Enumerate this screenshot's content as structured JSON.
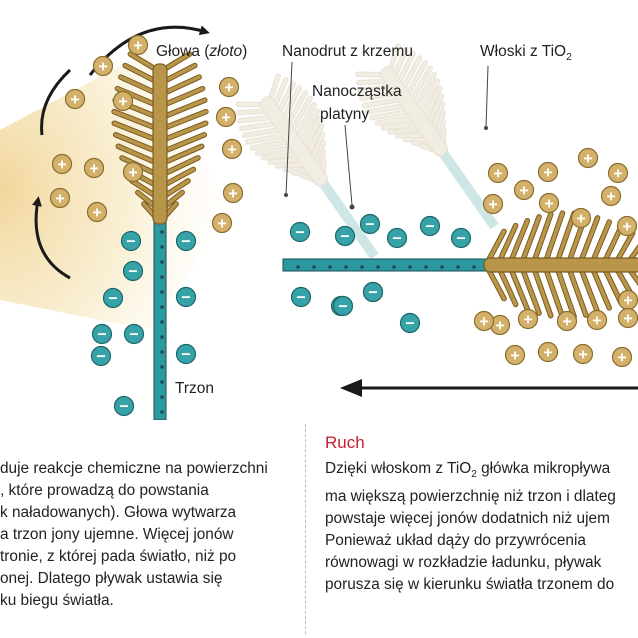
{
  "labels": {
    "head_main": "Głowa (",
    "head_ital": "złoto",
    "head_close": ")",
    "nanowire": "Nanodrut z krzemu",
    "hairs_main": "Włoski z TiO",
    "hairs_sub": "2",
    "nanoparticle_line1": "Nanocząstka",
    "nanoparticle_line2": "platyny",
    "trunk": "Trzon"
  },
  "left_text": {
    "lines": [
      "duje reakcje chemiczne na powierzchni",
      ", które prowadzą do powstania",
      "k naładowanych). Głowa wytwarza",
      "a trzon jony ujemne. Więcej jonów",
      "tronie, z której pada światło, niż po",
      "onej. Dlatego pływak ustawia się",
      "ku biegu światła."
    ]
  },
  "right_text": {
    "heading": "Ruch",
    "line1_a": "Dzięki włoskom z TiO",
    "line1_sub": "2",
    "line1_b": " główka mikropływa",
    "lines": [
      "ma większą powierzchnię niż trzon i dlateg",
      "powstaje więcej jonów dodatnich niż ujem",
      "Ponieważ układ dąży do przywrócenia",
      "równowagi w rozkładzie ładunku, pływak",
      "porusza się w kierunku światła trzonem do"
    ]
  },
  "symbols": {
    "plus": "+",
    "minus": "−"
  },
  "colors": {
    "gold": "#b9954a",
    "gold_dark": "#7a5d22",
    "ion_plus": "#d3b16a",
    "ion_minus": "#35a3a7",
    "teal": "#2a9aa0",
    "light_beam": "#f4e2b0",
    "heading_red": "#c8202c",
    "pale": "#e9dfcc",
    "pale_blue": "#a9d3d4"
  }
}
